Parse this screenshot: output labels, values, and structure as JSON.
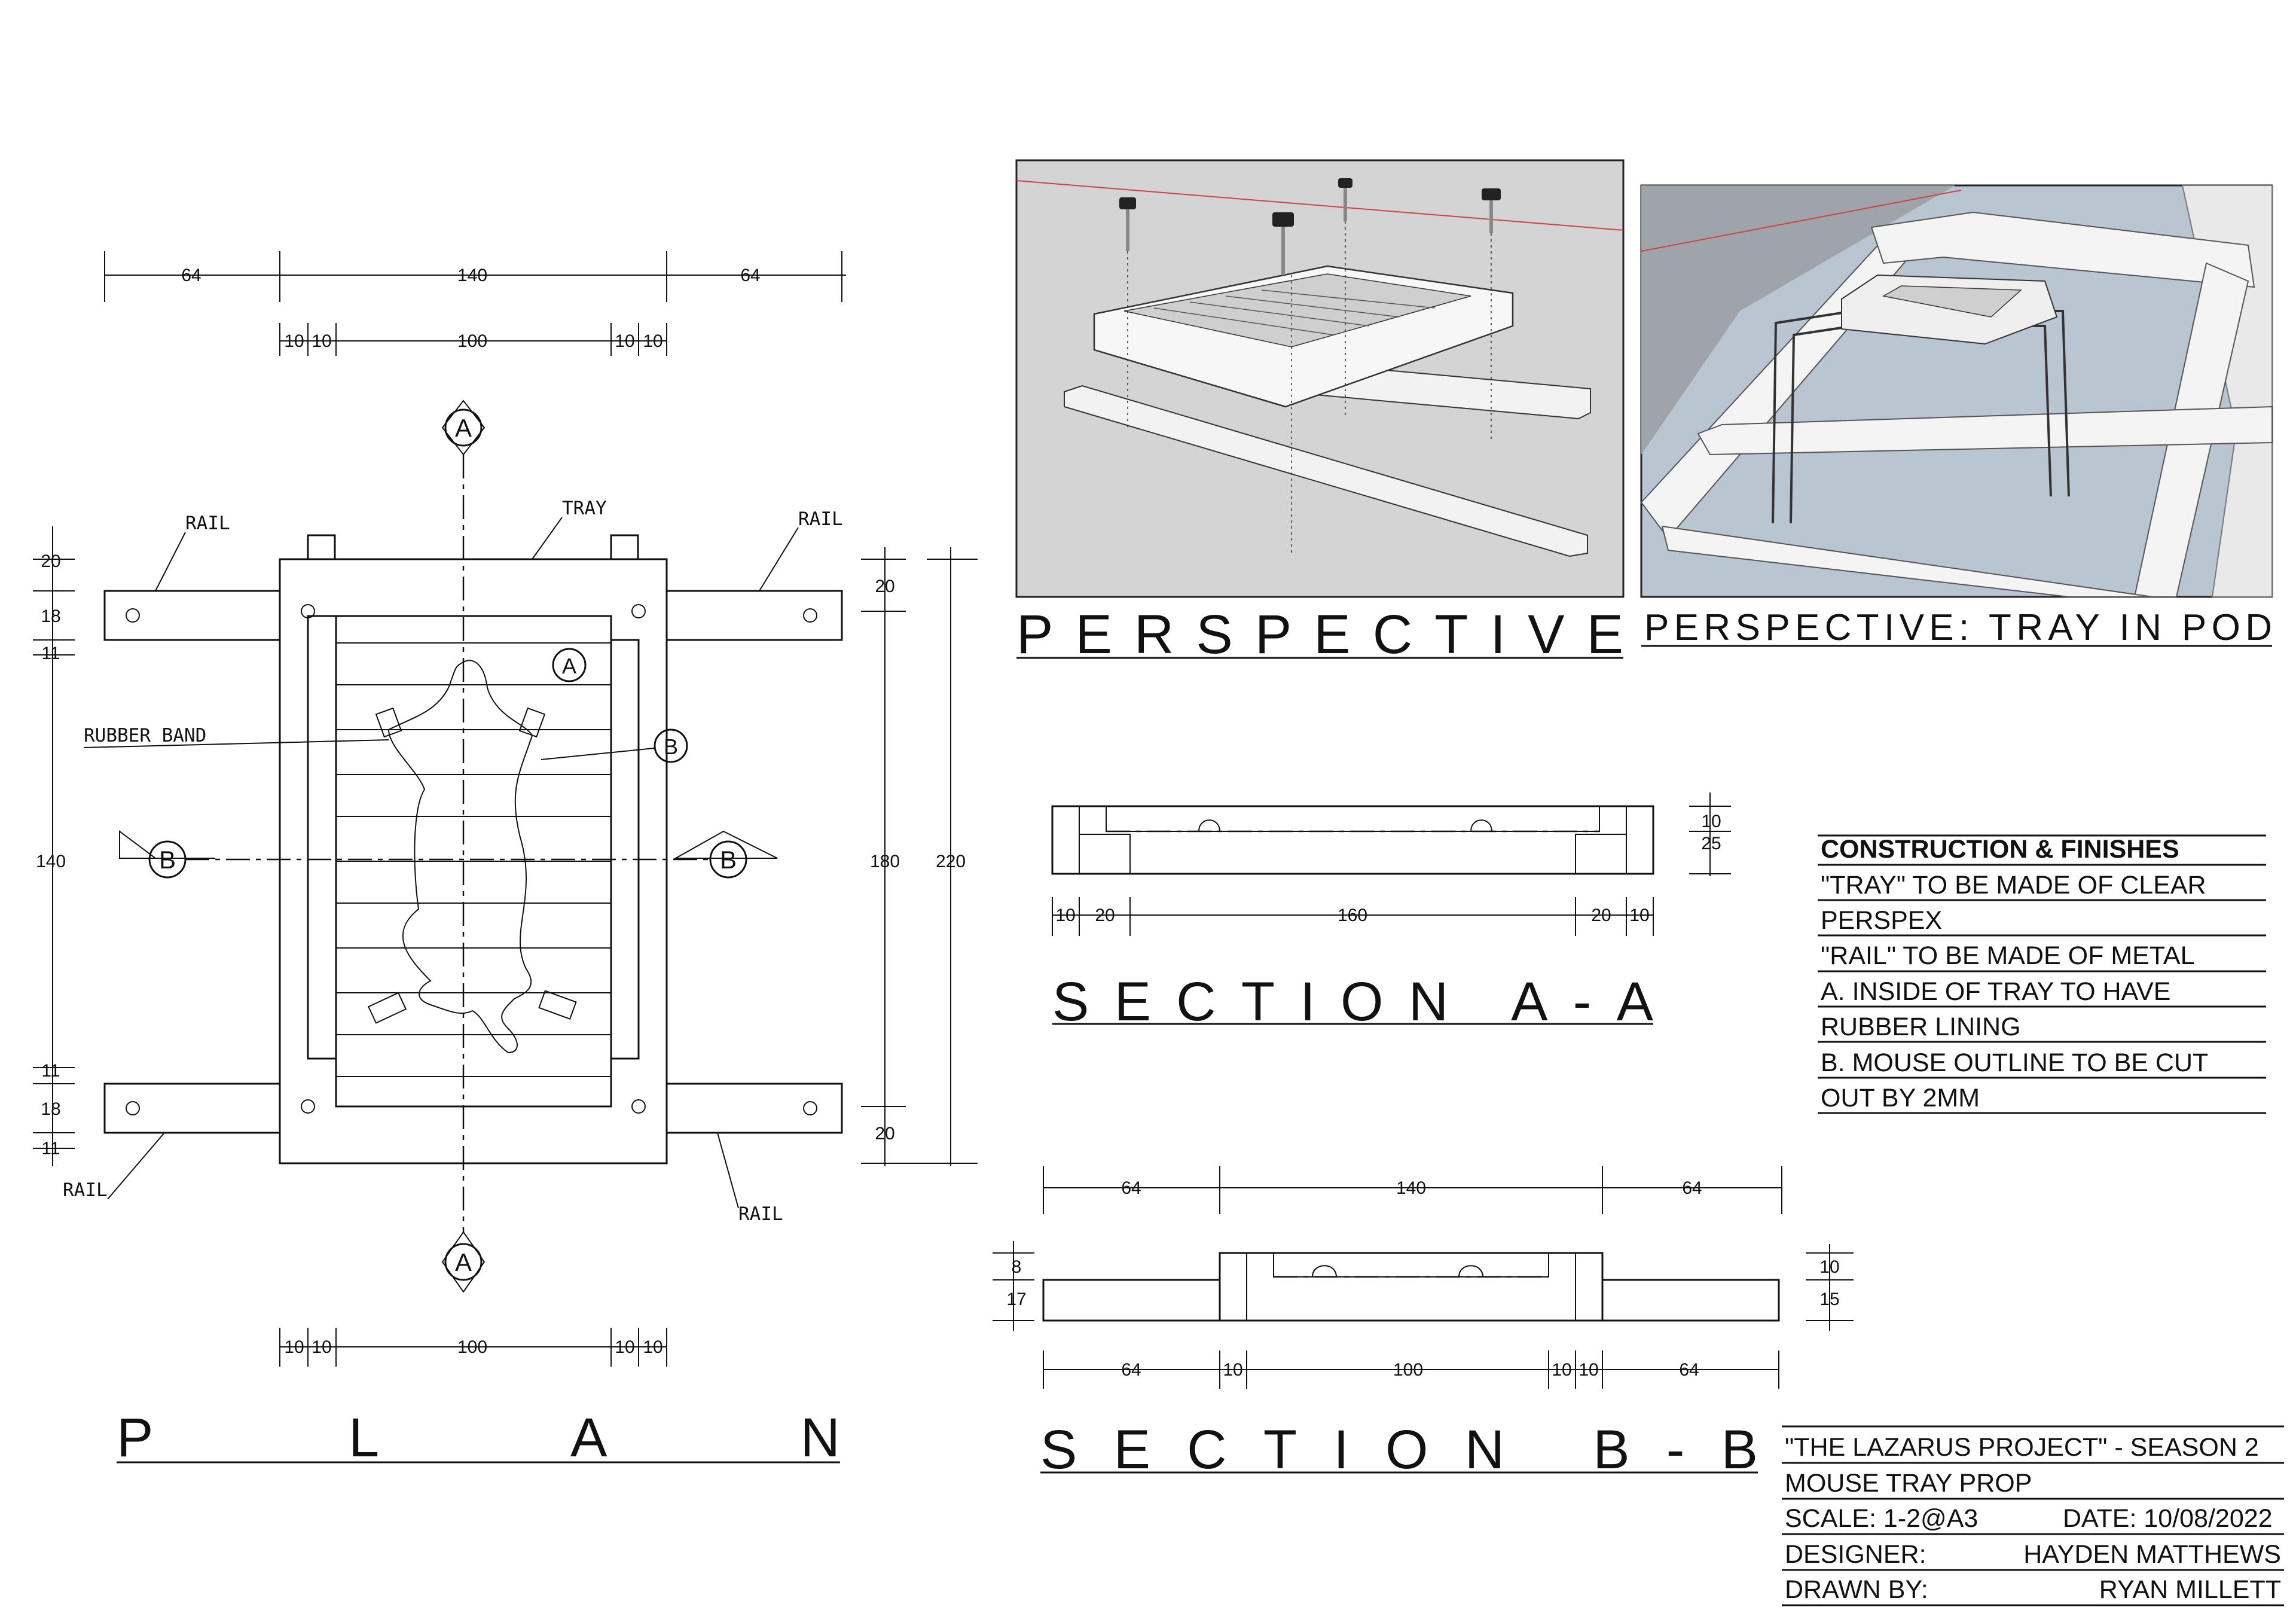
{
  "plan": {
    "top_dims": [
      "64",
      "140",
      "64"
    ],
    "top_sub_dims": [
      "10",
      "10",
      "100",
      "10",
      "10"
    ],
    "bottom_sub_dims": [
      "10",
      "10",
      "100",
      "10",
      "10"
    ],
    "left_dims": [
      "20",
      "18",
      "11",
      "140",
      "11",
      "18",
      "11"
    ],
    "right_dims_inner": [
      "20",
      "180",
      "20"
    ],
    "right_dim_outer": "220",
    "labels": {
      "rail_tl": "RAIL",
      "rail_tr": "RAIL",
      "rail_bl": "RAIL",
      "rail_br": "RAIL",
      "tray": "TRAY",
      "rubber_band": "RUBBER BAND"
    },
    "markers": {
      "a_top": "A",
      "a_bottom": "A",
      "a_inner": "A",
      "b_left": "B",
      "b_right": "B",
      "b_inner": "B"
    },
    "title": "P L A N"
  },
  "perspective": {
    "title": "PERSPECTIVE",
    "title2": "PERSPECTIVE: TRAY IN POD"
  },
  "section_aa": {
    "dims": [
      "10",
      "20",
      "160",
      "20",
      "10"
    ],
    "side_dims": [
      "10",
      "25"
    ],
    "title": "SECTION A-A"
  },
  "section_bb": {
    "top_dims": [
      "64",
      "140",
      "64"
    ],
    "bottom_dims": [
      "64",
      "10",
      "100",
      "10",
      "10",
      "64"
    ],
    "left_dims": [
      "8",
      "17"
    ],
    "right_dims": [
      "10",
      "15"
    ],
    "title": "SECTION B-B"
  },
  "notes": {
    "heading": "CONSTRUCTION & FINISHES",
    "lines": [
      "\"TRAY\" TO BE MADE OF CLEAR",
      "PERSPEX",
      "\"RAIL\" TO BE MADE OF METAL",
      "A.  INSIDE OF TRAY TO HAVE",
      "RUBBER LINING",
      "B. MOUSE OUTLINE TO BE CUT",
      "OUT BY 2MM"
    ]
  },
  "title_block": {
    "project": "\"THE LAZARUS PROJECT\" - SEASON 2",
    "item": "MOUSE TRAY PROP",
    "scale": "SCALE: 1-2@A3",
    "date": "DATE: 10/08/2022",
    "designer_label": "DESIGNER:",
    "designer": "HAYDEN MATTHEWS",
    "drawn_label": "DRAWN BY:",
    "drawn": "RYAN MILLETT"
  }
}
